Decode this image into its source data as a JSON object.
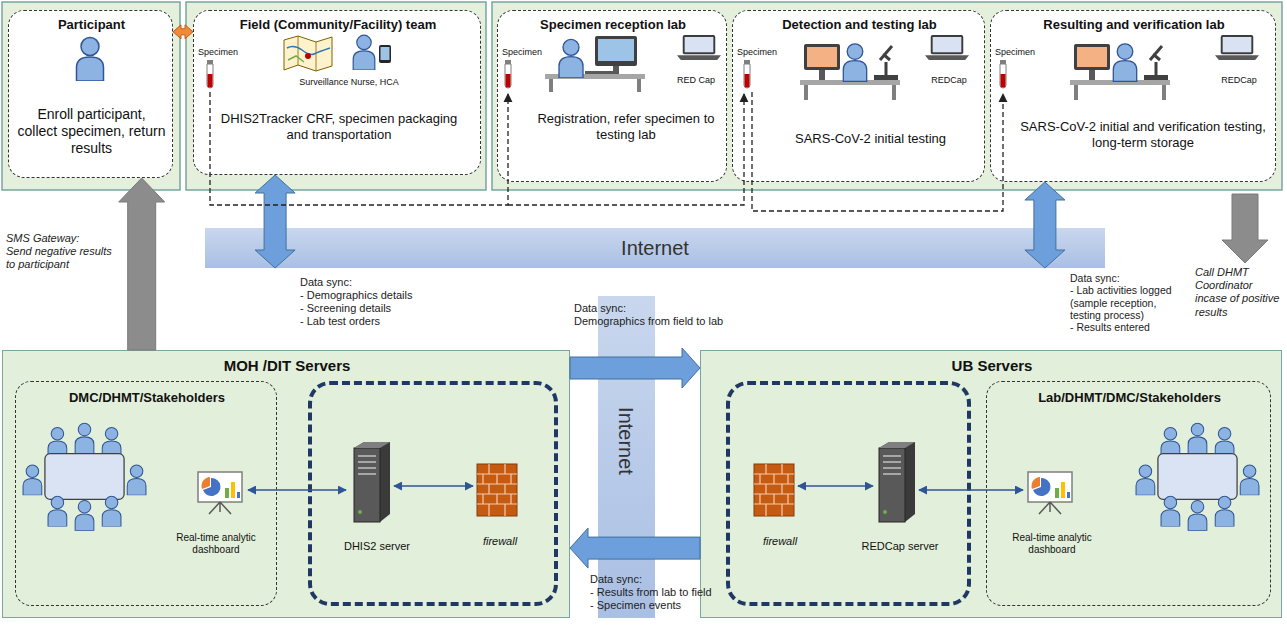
{
  "diagram": {
    "nodes": [
      {
        "text": [
          "Participant",
          "Enroll participant, collect specimen, return results"
        ]
      },
      {
        "text": [
          "Field (Community/Facility) team",
          "Specimen",
          "Surveillance Nurse, HCA",
          "DHIS2Tracker CRF, specimen packaging and transportation"
        ]
      },
      {
        "text": [
          "Specimen reception lab",
          "Specimen",
          "RED Cap",
          "Registration, refer specimen to testing lab"
        ]
      },
      {
        "text": [
          "Detection and testing lab",
          "Specimen",
          "REDCap",
          "SARS-CoV-2 initial testing"
        ]
      },
      {
        "text": [
          "Resulting and verification lab",
          "Specimen",
          "REDCap",
          "SARS-CoV-2 initial and verification testing, long-term storage"
        ]
      },
      {
        "text": [
          "Internet"
        ]
      },
      {
        "text": [
          "MOH /DIT Servers"
        ]
      },
      {
        "text": [
          "DMC/DHMT/Stakeholders",
          "Real-time analytic dashboard"
        ],
        "in": 6
      },
      {
        "text": [
          "DHIS2 server",
          "firewall"
        ],
        "in": 6
      },
      {
        "text": [
          "Internet"
        ]
      },
      {
        "text": [
          "UB Servers"
        ]
      },
      {
        "text": [
          "firewall",
          "REDCap server"
        ],
        "in": 10
      },
      {
        "text": [
          "Lab/DHMT/DMC/Stakeholders",
          "Real-time analytic dashboard"
        ],
        "in": 10
      }
    ],
    "edges": [
      {
        "from": 0,
        "to": 1,
        "arrow": "both"
      },
      {
        "from": 1,
        "to": 5,
        "arrow": "both",
        "label": "Data sync: - Demographics details - Screening details - Lab test orders"
      },
      {
        "from": 4,
        "to": 5,
        "arrow": "both",
        "label": "Data sync: - Lab activities logged (sample reception, testing process) - Results entered"
      },
      {
        "from": 6,
        "to": 0,
        "arrow": "to",
        "label": "SMS Gateway: Send negative results to participant"
      },
      {
        "from": 6,
        "to": 10,
        "arrow": "to",
        "label": "Data sync: Demographics from field to lab"
      },
      {
        "from": 10,
        "to": 6,
        "arrow": "to",
        "label": "Data sync: - Results from lab to field - Specimen events"
      }
    ],
    "labels": [
      "Call DHMT Coordinator incase of positive results"
    ]
  }
}
